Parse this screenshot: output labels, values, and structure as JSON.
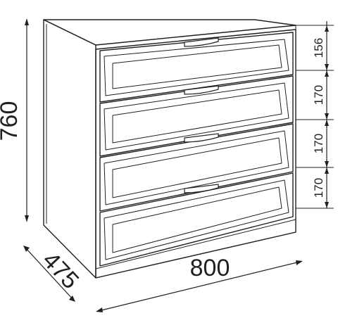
{
  "dimensions": {
    "height": "760",
    "depth": "475",
    "width": "800",
    "drawer_heights": [
      "156",
      "170",
      "170",
      "170"
    ]
  },
  "colors": {
    "line": "#231f20",
    "background": "#ffffff"
  }
}
